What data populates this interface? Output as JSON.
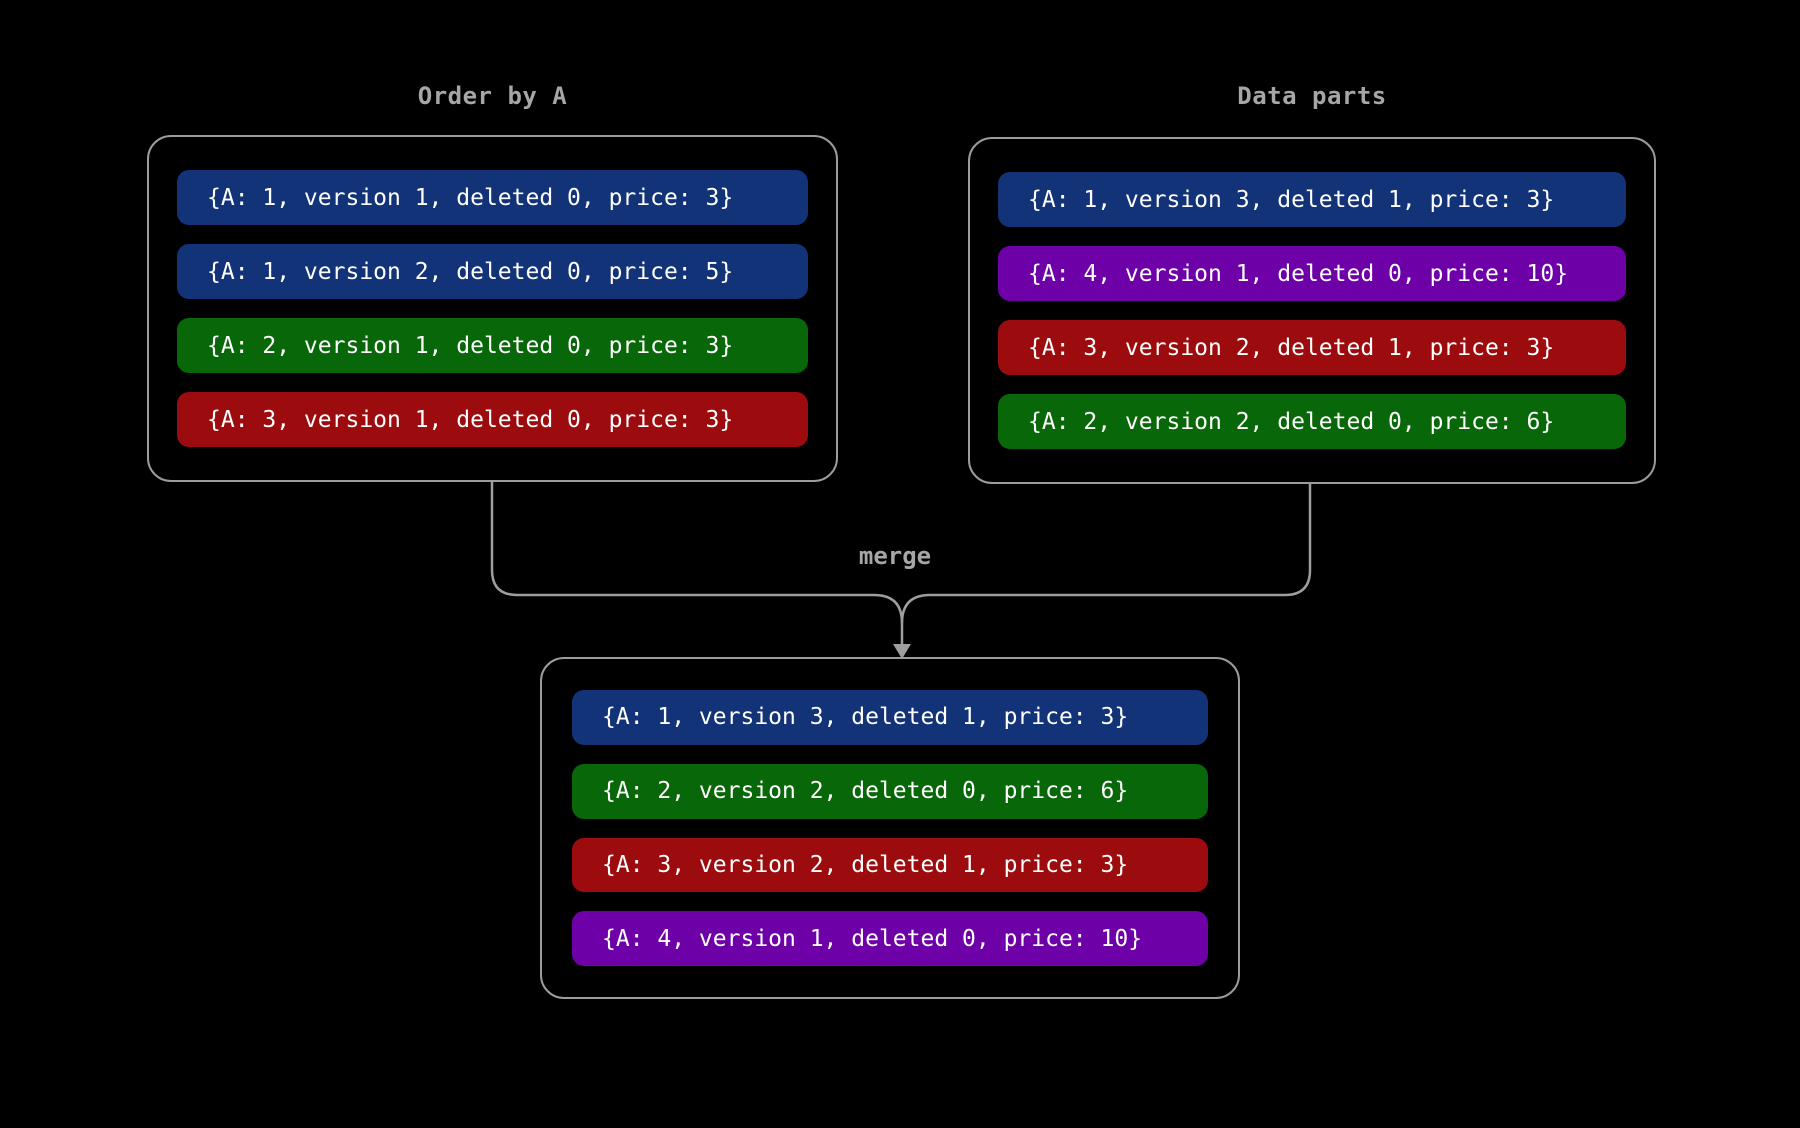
{
  "colors": {
    "blue": "#123377",
    "green": "#086708",
    "red": "#9c0c0e",
    "purple": "#6e00a8",
    "background": "#000000",
    "box_border": "#9c9c9c",
    "connector": "#9e9e9e",
    "row_text": "#ffffff",
    "title_text": "#a6a6a6"
  },
  "merge_label": "merge",
  "boxes": {
    "order_by": {
      "title": "Order by A",
      "rows": [
        {
          "text": "{A: 1, version 1, deleted 0, price: 3}",
          "color": "blue"
        },
        {
          "text": "{A: 1, version 2, deleted 0, price: 5}",
          "color": "blue"
        },
        {
          "text": "{A: 2, version 1, deleted 0, price: 3}",
          "color": "green"
        },
        {
          "text": "{A: 3, version 1, deleted 0, price: 3}",
          "color": "red"
        }
      ]
    },
    "data_parts": {
      "title": "Data parts",
      "rows": [
        {
          "text": "{A: 1, version 3, deleted 1, price: 3}",
          "color": "blue"
        },
        {
          "text": "{A: 4, version 1, deleted 0, price: 10}",
          "color": "purple"
        },
        {
          "text": "{A: 3, version 2, deleted 1, price: 3}",
          "color": "red"
        },
        {
          "text": "{A: 2, version 2, deleted 0, price: 6}",
          "color": "green"
        }
      ]
    },
    "merged": {
      "rows": [
        {
          "text": "{A: 1, version 3, deleted 1, price: 3}",
          "color": "blue"
        },
        {
          "text": "{A: 2, version 2, deleted 0, price: 6}",
          "color": "green"
        },
        {
          "text": "{A: 3, version 2, deleted 1, price: 3}",
          "color": "red"
        },
        {
          "text": "{A: 4, version 1, deleted 0, price: 10}",
          "color": "purple"
        }
      ]
    }
  }
}
